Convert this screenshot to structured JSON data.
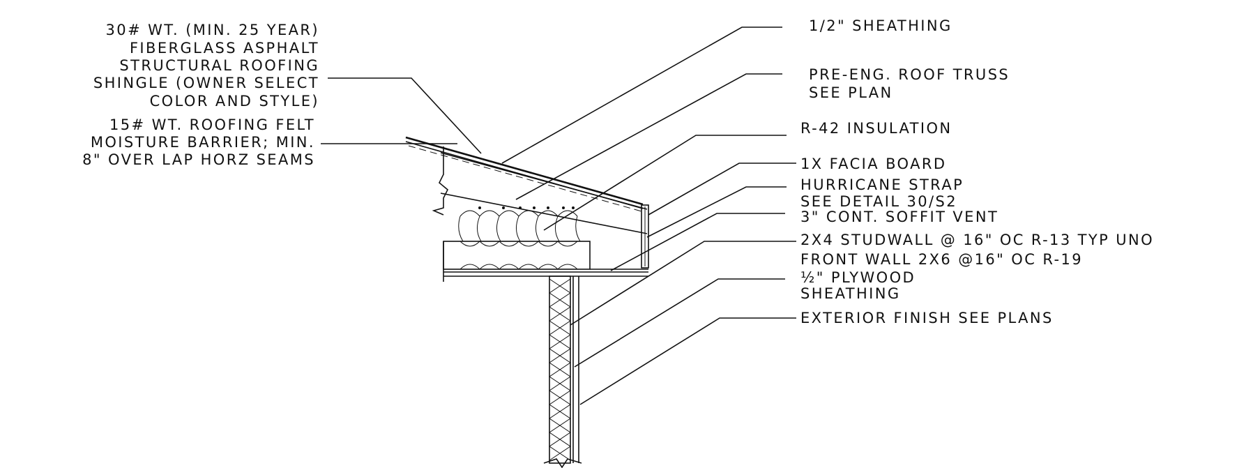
{
  "labels": {
    "shingle": [
      "30# WT. (MIN. 25 YEAR)",
      "FIBERGLASS ASPHALT",
      "STRUCTURAL ROOFING",
      "SHINGLE (OWNER SELECT",
      "COLOR AND STYLE)"
    ],
    "felt": [
      "15# WT. ROOFING FELT",
      "MOISTURE BARRIER; MIN.",
      "8\" OVER LAP HORZ SEAMS"
    ],
    "sheathing": "1/2\" SHEATHING",
    "truss": [
      "PRE-ENG. ROOF TRUSS",
      "SEE PLAN"
    ],
    "insulation": "R-42 INSULATION",
    "facia": "1X FACIA BOARD",
    "strap": [
      "HURRICANE STRAP",
      "SEE DETAIL 30/S2"
    ],
    "soffit": "3\" CONT. SOFFIT VENT",
    "studwall": [
      "2X4 STUDWALL @ 16\" OC R-13 TYP UNO",
      "FRONT WALL 2X6 @16\" OC R-19"
    ],
    "plywood": [
      "½\" PLYWOOD",
      "SHEATHING"
    ],
    "exterior": "EXTERIOR FINISH SEE PLANS"
  },
  "colors": {
    "ink": "#111111",
    "paper": "#ffffff"
  }
}
